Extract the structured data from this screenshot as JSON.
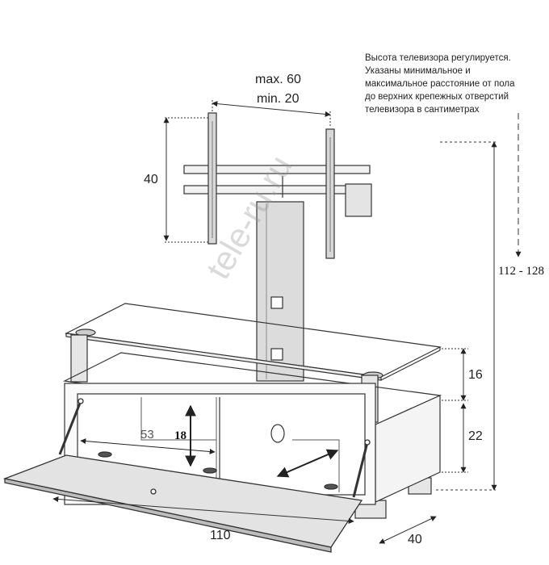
{
  "note": {
    "lines": [
      "Высота телевизора регулируется.",
      "Указаны минимальное и",
      "максимальное  расстояние от пола",
      "до верхних крепежных отверстий",
      "телевизора в сантиметрах"
    ]
  },
  "dimensions": {
    "bracket_max": "max. 60",
    "bracket_min": "min. 20",
    "bracket_height": "40",
    "total_height": "112 - 128",
    "shelf_gap": "16",
    "cabinet_height": "22",
    "inner_width": "53",
    "inner_height": "18",
    "width": "110",
    "depth": "40"
  },
  "watermark": "tele-ru.ru",
  "colors": {
    "line": "#2a2a2a",
    "metal": "#666666",
    "accent_text": "#333333"
  }
}
